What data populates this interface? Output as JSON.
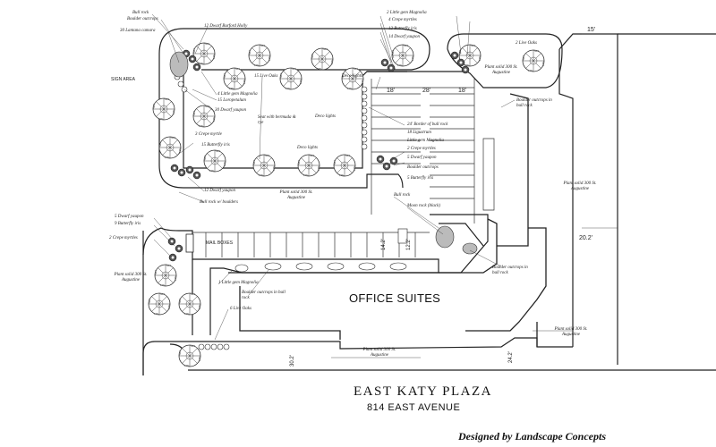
{
  "plan": {
    "title": "EAST KATY PLAZA",
    "address": "814 EAST AVENUE",
    "credit": "Designed by Landscape Concepts",
    "building": "OFFICE SUITES"
  },
  "labels": {
    "bull_rock_top": "Bull rock",
    "boulder_outcrops_top": "Boulder outcrops",
    "lantana": "30 Lantana camara",
    "sign_area": "SIGN AREA",
    "burford_holly": "12 Dwarf Burford Holly",
    "live_oaks_center": "15 Live Oaks",
    "little_gem_4": "4 Little gem Magnolia",
    "loropetalum": "15 Loropetalum",
    "dwarf_yaupon_30": "30 Dwarf yaupon",
    "seat": "Seat with bermuda & rye",
    "crepe_myrtle_3": "3 Crepe myrtle",
    "butterfly_iris_15": "15 Butterfly iris",
    "dwarf_yaupon_12": "12 Dwarf yaupon",
    "plant_solid": "Plant solid 300 St. Augustine",
    "bull_rock_boulders": "Bull rock w/ boulders",
    "deco_lights_top": "Deco lights",
    "deco_lights_mid": "Deco lights",
    "deco_lights_low": "Deco lights",
    "little_gem_2": "2 Little gem Magnolia",
    "crepe_myrtle_4": "4 Crepe myrtles",
    "butterfly_iris_12": "12 Butterfly iris",
    "dwarf_yaupon_14": "14 Dwarf yaupon",
    "live_oaks_2": "2 Live Oaks",
    "plant_solid_tr": "Plant solid 300 St. Augustine",
    "boulder_bull_tr": "Boulder outcrops in bull rock",
    "border_bull": "24' Border of bull rock",
    "ligustrum": "18 Ligustrum",
    "little_gem_mid": "Little gem Magnolia",
    "crepe_myrtles_2": "2 Crepe myrtles",
    "dwarf_yaupon_5": "5 Dwarf yaupon",
    "boulder_mid": "Boulder outcrops",
    "butterfly_iris_5": "5 Butterfly iris",
    "plant_solid_r": "Plant solid 300 St. Augustine",
    "bull_rock_c": "Bull rock",
    "moon_rock": "Moon rock (black)",
    "boulder_bull_c": "Boulder outcrops in bull rock",
    "dwarf_yaupon_5b": "5 Dwarf yaupon",
    "butterfly_iris_9": "9 Butterfly iris",
    "crepe_myrtles_l": "2 Crepe myrtles",
    "mail_boxes": "MAIL BOXES",
    "plant_solid_l": "Plant solid 300 St. Augustine",
    "little_gem_1": "1 Little gem Magnolia",
    "boulder_bull_b": "Boulder outcrops in bull rock",
    "live_oaks_6": "6 Live Oaks",
    "plant_solid_b": "Plant solid 300 St. Augustine",
    "plant_solid_br": "Plant solid 300 St. Augustine"
  },
  "dims": {
    "d18a": "18'",
    "d28": "28'",
    "d18b": "18'",
    "d15": "15'",
    "d20_2": "20.2'",
    "d24_2": "24.2'",
    "d30": "30.2'",
    "d14": "14.2'",
    "d12": "12.2'"
  }
}
